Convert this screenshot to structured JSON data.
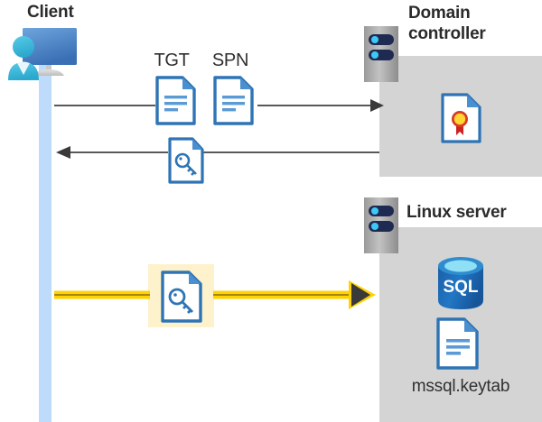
{
  "diagram": {
    "title": "Kerberos authentication flow between Client, Domain controller and Linux server",
    "background_color": "#ffffff",
    "panel_color": "#d4d4d4",
    "lifeline_color": "#bedbfb",
    "highlight_color": "#fdf2cb",
    "accent_yellow": "#ffd200",
    "accent_blue": "#2e74b5",
    "arrow_gray": "#595959"
  },
  "actors": {
    "client": {
      "label": "Client",
      "icon": "desktop-user-icon"
    },
    "domain_controller": {
      "label": "Domain\ncontroller",
      "label_line1": "Domain",
      "label_line2": "controller",
      "icon": "server-rack-icon",
      "contents": [
        {
          "name": "certificate",
          "icon": "certificate-document-icon",
          "caption": ""
        }
      ]
    },
    "linux_server": {
      "label": "Linux server",
      "icon": "server-rack-icon",
      "contents": [
        {
          "name": "sql-database",
          "icon": "sql-database-icon",
          "caption": "SQL"
        },
        {
          "name": "keytab-file",
          "icon": "document-icon",
          "caption": "mssql.keytab"
        }
      ]
    }
  },
  "messages": [
    {
      "id": "request",
      "direction": "right",
      "from": "client",
      "to": "domain_controller",
      "color": "#595959",
      "style": "thin",
      "labels": [
        "TGT",
        "SPN"
      ],
      "artifacts": [
        {
          "icon": "document-icon",
          "label": "TGT"
        },
        {
          "icon": "document-icon",
          "label": "SPN"
        }
      ]
    },
    {
      "id": "response",
      "direction": "left",
      "from": "domain_controller",
      "to": "client",
      "color": "#595959",
      "style": "thin",
      "labels": [],
      "artifacts": [
        {
          "icon": "key-document-icon",
          "label": ""
        }
      ]
    },
    {
      "id": "service-ticket",
      "direction": "right",
      "from": "client",
      "to": "linux_server",
      "color": "#ffd200",
      "style": "thick-highlight",
      "labels": [],
      "artifacts": [
        {
          "icon": "key-document-icon",
          "label": ""
        }
      ]
    }
  ],
  "labels": {
    "tgt": "TGT",
    "spn": "SPN",
    "sql": "SQL",
    "keytab": "mssql.keytab",
    "client": "Client",
    "domain_line1": "Domain",
    "domain_line2": "controller",
    "linux": "Linux server"
  }
}
